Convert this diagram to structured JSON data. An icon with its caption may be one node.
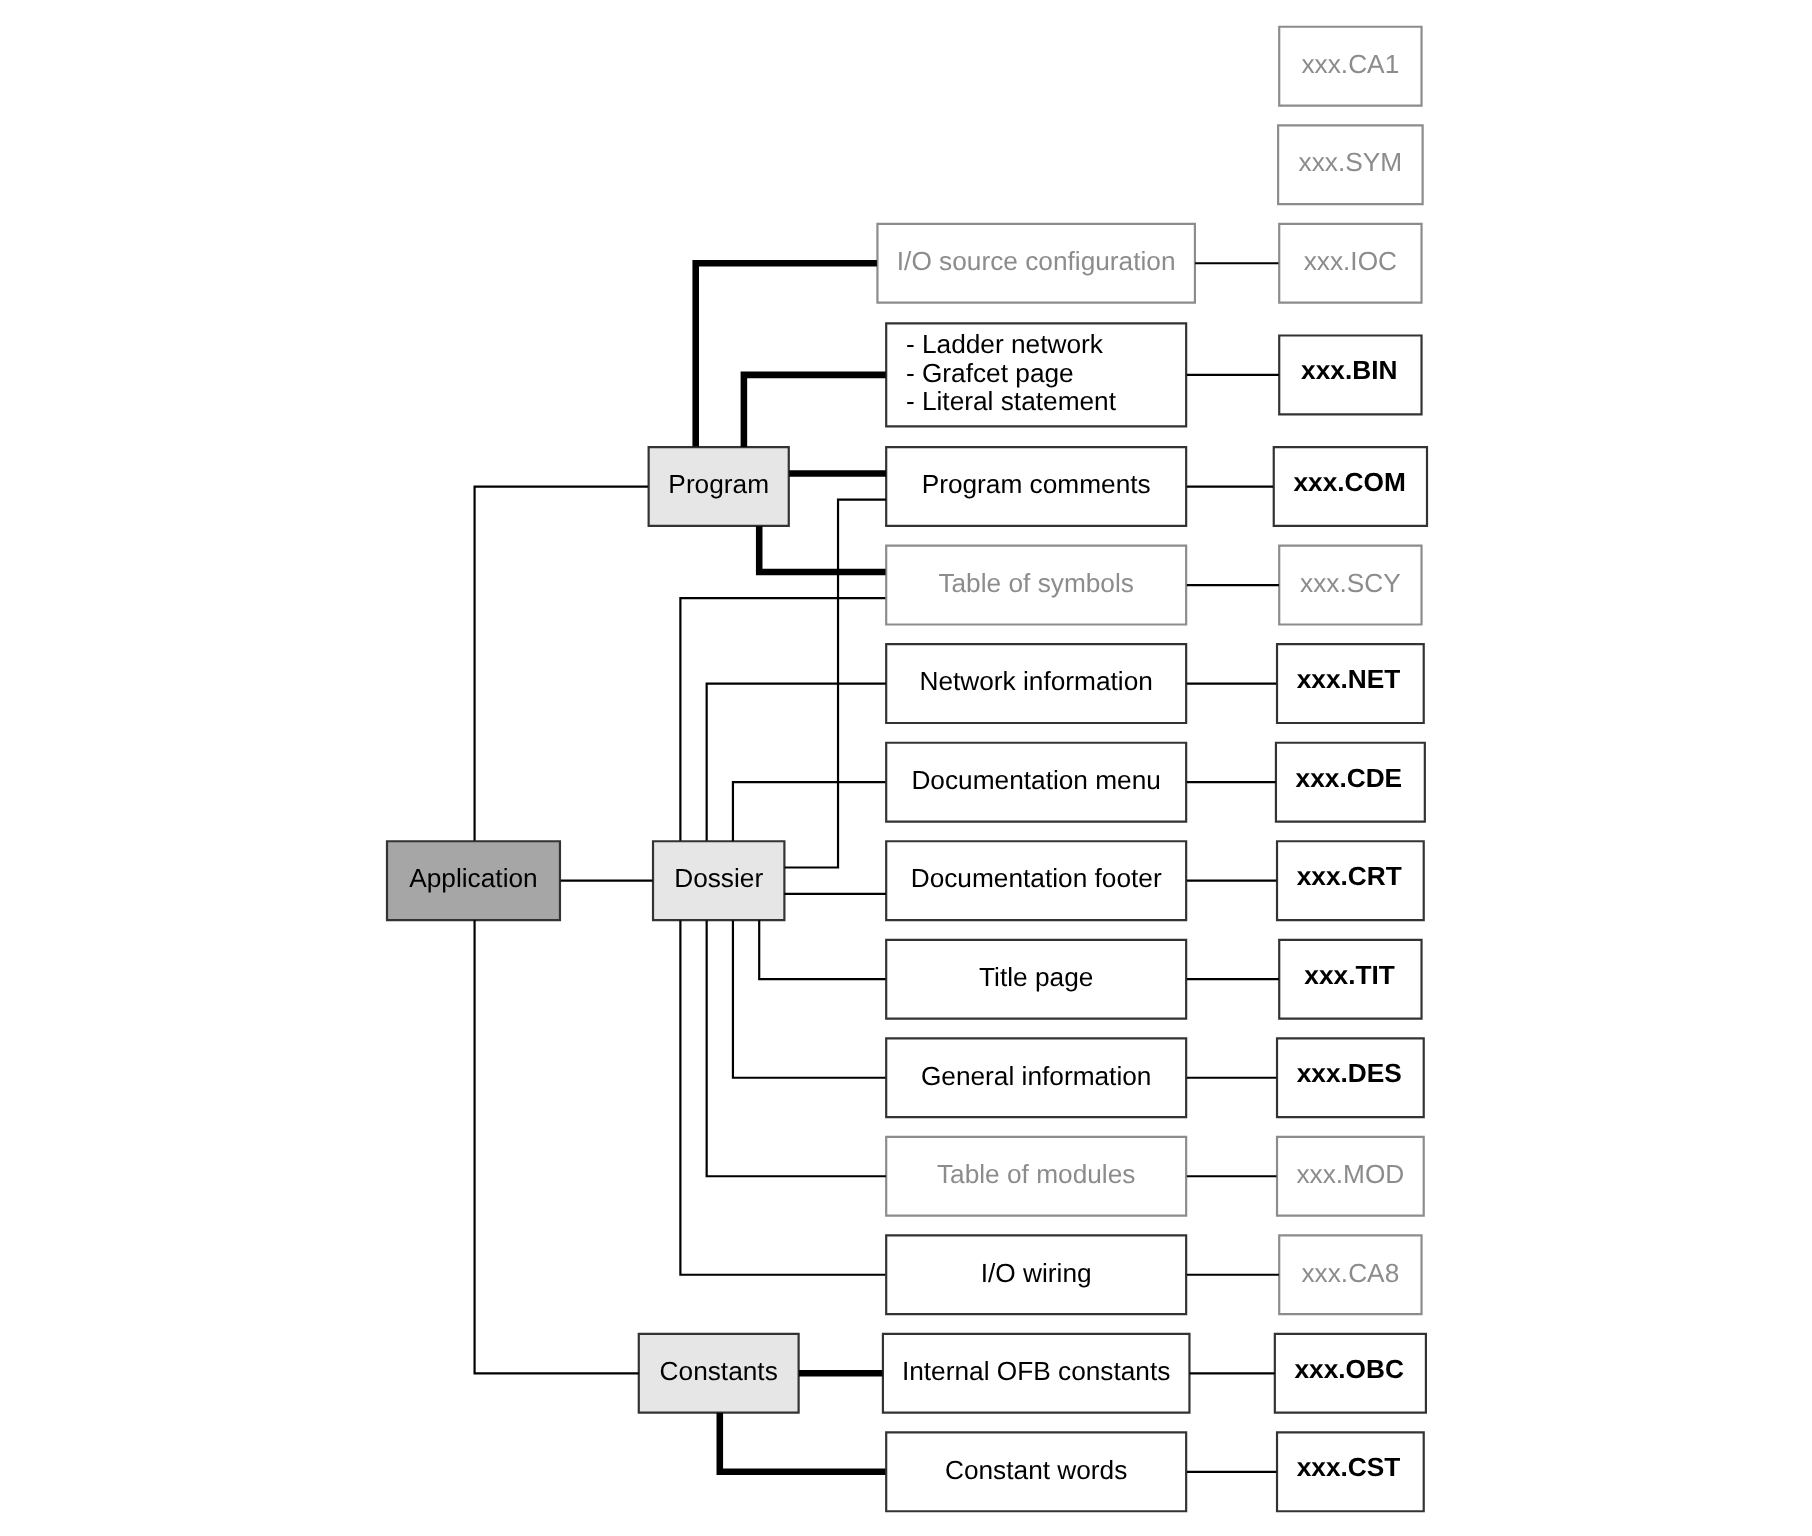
{
  "diagram": {
    "nodes": [
      {
        "text": [
          "Application"
        ]
      },
      {
        "text": [
          "Program"
        ]
      },
      {
        "text": [
          "- Ladder network",
          "- Grafcet page",
          "- Literal statement"
        ]
      },
      {
        "text": [
          "xxx.BIN"
        ]
      },
      {
        "text": [
          "I/O source configuration"
        ]
      },
      {
        "text": [
          "xxx.IOC"
        ]
      },
      {
        "text": [
          "Constants"
        ]
      },
      {
        "text": [
          "Constant words"
        ]
      },
      {
        "text": [
          "xxx.CST"
        ]
      },
      {
        "text": [
          "Internal OFB constants"
        ]
      },
      {
        "text": [
          "xxx.OBC"
        ]
      },
      {
        "text": [
          "xxx.SYM"
        ]
      },
      {
        "text": [
          "Dossier"
        ]
      },
      {
        "text": [
          "Table of symbols"
        ]
      },
      {
        "text": [
          "xxx.SCY"
        ]
      },
      {
        "text": [
          "Title page"
        ]
      },
      {
        "text": [
          "xxx.TIT"
        ]
      },
      {
        "text": [
          "General information"
        ]
      },
      {
        "text": [
          "xxx.DES"
        ]
      },
      {
        "text": [
          "Table of modules"
        ]
      },
      {
        "text": [
          "xxx.MOD"
        ]
      },
      {
        "text": [
          "xxx.CA1"
        ]
      },
      {
        "text": [
          "I/O wiring"
        ]
      },
      {
        "text": [
          "xxx.CA8"
        ]
      },
      {
        "text": [
          "Network information"
        ]
      },
      {
        "text": [
          "xxx.NET"
        ]
      },
      {
        "text": [
          "Program comments"
        ]
      },
      {
        "text": [
          "xxx.COM"
        ]
      },
      {
        "text": [
          "Documentation footer"
        ]
      },
      {
        "text": [
          "xxx.CRT"
        ]
      },
      {
        "text": [
          "Documentation menu"
        ]
      },
      {
        "text": [
          "xxx.CDE"
        ]
      }
    ],
    "edges": [
      {
        "from": 0,
        "to": 1,
        "arrow": "none"
      },
      {
        "from": 0,
        "to": 6,
        "arrow": "none"
      },
      {
        "from": 0,
        "to": 12,
        "arrow": "none"
      },
      {
        "from": 1,
        "to": 2,
        "arrow": "none",
        "style": "thick"
      },
      {
        "from": 1,
        "to": 4,
        "arrow": "none",
        "style": "thick"
      },
      {
        "from": 1,
        "to": 13,
        "arrow": "none",
        "style": "thick"
      },
      {
        "from": 1,
        "to": 26,
        "arrow": "none",
        "style": "thick"
      },
      {
        "from": 6,
        "to": 7,
        "arrow": "none",
        "style": "thick"
      },
      {
        "from": 6,
        "to": 9,
        "arrow": "none",
        "style": "thick"
      },
      {
        "from": 12,
        "to": 13,
        "arrow": "none"
      },
      {
        "from": 12,
        "to": 15,
        "arrow": "none"
      },
      {
        "from": 12,
        "to": 17,
        "arrow": "none"
      },
      {
        "from": 12,
        "to": 19,
        "arrow": "none"
      },
      {
        "from": 12,
        "to": 22,
        "arrow": "none"
      },
      {
        "from": 12,
        "to": 24,
        "arrow": "none"
      },
      {
        "from": 12,
        "to": 26,
        "arrow": "none"
      },
      {
        "from": 12,
        "to": 28,
        "arrow": "none"
      },
      {
        "from": 12,
        "to": 30,
        "arrow": "none"
      },
      {
        "from": 2,
        "to": 3,
        "arrow": "none"
      },
      {
        "from": 4,
        "to": 5,
        "arrow": "none"
      },
      {
        "from": 7,
        "to": 8,
        "arrow": "none"
      },
      {
        "from": 9,
        "to": 10,
        "arrow": "none"
      },
      {
        "from": 13,
        "to": 14,
        "arrow": "none"
      },
      {
        "from": 15,
        "to": 16,
        "arrow": "none"
      },
      {
        "from": 17,
        "to": 18,
        "arrow": "none"
      },
      {
        "from": 19,
        "to": 20,
        "arrow": "none"
      },
      {
        "from": 22,
        "to": 23,
        "arrow": "none"
      },
      {
        "from": 24,
        "to": 25,
        "arrow": "none"
      },
      {
        "from": 26,
        "to": 27,
        "arrow": "none"
      },
      {
        "from": 28,
        "to": 29,
        "arrow": "none"
      },
      {
        "from": 30,
        "to": 31,
        "arrow": "none"
      }
    ]
  }
}
